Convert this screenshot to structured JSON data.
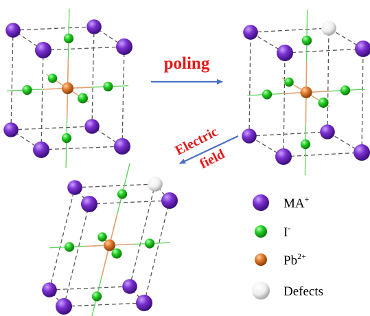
{
  "labels": {
    "poling": "poling",
    "electric": "Electric",
    "field": "field"
  },
  "legend": [
    {
      "key": "ma",
      "base": "MA",
      "sup": "+",
      "color": "#7a2fd0"
    },
    {
      "key": "i",
      "base": "I",
      "sup": "-",
      "color": "#22cc22"
    },
    {
      "key": "pb",
      "base": "Pb",
      "sup": "2+",
      "color": "#e07a2e"
    },
    {
      "key": "defect",
      "base": "Defects",
      "sup": "",
      "color": "#e6e6e6"
    }
  ],
  "colors": {
    "ma": "#7a2fd0",
    "iodide": "#22cc22",
    "lead": "#e07a2e",
    "defect": "#e6e6e6",
    "label": "#e31a1a",
    "arrow": "#4a6fc0",
    "edge": "#555555",
    "bond_green": "#56d456",
    "bond_orange": "#e8a070"
  },
  "structures": [
    {
      "name": "pristine-lattice",
      "defects": 0
    },
    {
      "name": "poled-lattice",
      "defects": 1
    },
    {
      "name": "distorted-lattice",
      "defects": 1
    }
  ]
}
